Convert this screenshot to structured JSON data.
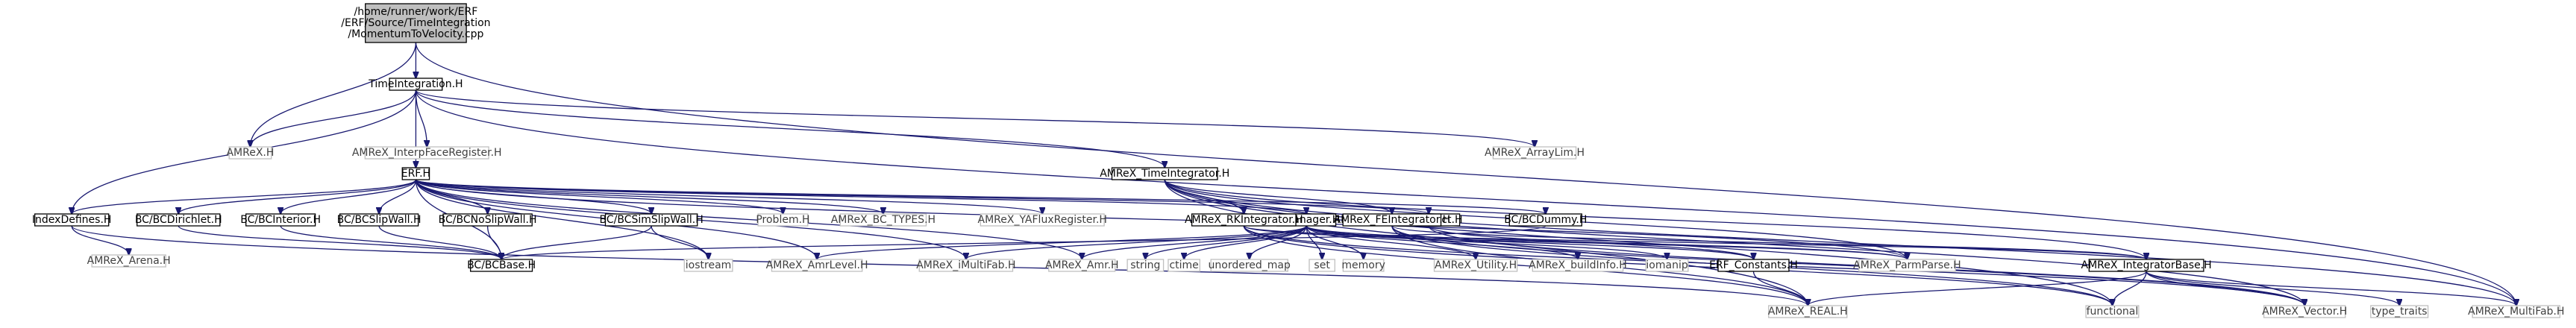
{
  "colors": {
    "edge": "#191970",
    "root_fill": "#bfbfbf",
    "documented_fill": "#ffffff",
    "documented_stroke": "#000000",
    "external_stroke": "#bfbfbf",
    "external_text": "#404040",
    "documented_text": "#000000"
  },
  "nodes": [
    {
      "id": "root",
      "lines": [
        "/home/runner/work/ERF",
        "/ERF/Source/TimeIntegration",
        "/MomentumToVelocity.cpp"
      ],
      "kind": "root"
    },
    {
      "id": "timeintegration",
      "lines": [
        "TimeIntegration.H"
      ],
      "kind": "doc"
    },
    {
      "id": "amrex",
      "lines": [
        "AMReX.H"
      ],
      "kind": "ext"
    },
    {
      "id": "interpface",
      "lines": [
        "AMReX_InterpFaceRegister.H"
      ],
      "kind": "ext"
    },
    {
      "id": "erf",
      "lines": [
        "ERF.H"
      ],
      "kind": "doc"
    },
    {
      "id": "timeintegrator",
      "lines": [
        "AMReX_TimeIntegrator.H"
      ],
      "kind": "doc"
    },
    {
      "id": "arraylim",
      "lines": [
        "AMReX_ArrayLim.H"
      ],
      "kind": "ext"
    },
    {
      "id": "indexdefines",
      "lines": [
        "IndexDefines.H"
      ],
      "kind": "doc"
    },
    {
      "id": "bcdirichlet",
      "lines": [
        "BC/BCDirichlet.H"
      ],
      "kind": "doc"
    },
    {
      "id": "bcinterior",
      "lines": [
        "BC/BCInterior.H"
      ],
      "kind": "doc"
    },
    {
      "id": "bcslipwall",
      "lines": [
        "BC/BCSlipWall.H"
      ],
      "kind": "doc"
    },
    {
      "id": "bcnoslipwall",
      "lines": [
        "BC/BCNoSlipWall.H"
      ],
      "kind": "doc"
    },
    {
      "id": "bcsimslipwall",
      "lines": [
        "BC/BCSimSlipWall.H"
      ],
      "kind": "doc"
    },
    {
      "id": "problem",
      "lines": [
        "Problem.H"
      ],
      "kind": "ext"
    },
    {
      "id": "bctypes",
      "lines": [
        "AMReX_BC_TYPES.H"
      ],
      "kind": "ext"
    },
    {
      "id": "yaflux",
      "lines": [
        "AMReX_YAFluxRegister.H"
      ],
      "kind": "ext"
    },
    {
      "id": "iomanager",
      "lines": [
        "IOManager.H"
      ],
      "kind": "doc"
    },
    {
      "id": "datastruct",
      "lines": [
        "DataStruct.H"
      ],
      "kind": "doc"
    },
    {
      "id": "bcdummy",
      "lines": [
        "BC/BCDummy.H"
      ],
      "kind": "doc"
    },
    {
      "id": "rkintegrator",
      "lines": [
        "AMReX_RKIntegrator.H"
      ],
      "kind": "doc"
    },
    {
      "id": "feintegrator",
      "lines": [
        "AMReX_FEIntegrator.H"
      ],
      "kind": "doc"
    },
    {
      "id": "arena",
      "lines": [
        "AMReX_Arena.H"
      ],
      "kind": "ext"
    },
    {
      "id": "bcbase",
      "lines": [
        "BC/BCBase.H"
      ],
      "kind": "doc"
    },
    {
      "id": "iostream",
      "lines": [
        "iostream"
      ],
      "kind": "ext"
    },
    {
      "id": "amrlevel",
      "lines": [
        "AMReX_AmrLevel.H"
      ],
      "kind": "ext"
    },
    {
      "id": "imultifab",
      "lines": [
        "AMReX_iMultiFab.H"
      ],
      "kind": "ext"
    },
    {
      "id": "amr",
      "lines": [
        "AMReX_Amr.H"
      ],
      "kind": "ext"
    },
    {
      "id": "string",
      "lines": [
        "string"
      ],
      "kind": "ext"
    },
    {
      "id": "ctime",
      "lines": [
        "ctime"
      ],
      "kind": "ext"
    },
    {
      "id": "unordered_map",
      "lines": [
        "unordered_map"
      ],
      "kind": "ext"
    },
    {
      "id": "set",
      "lines": [
        "set"
      ],
      "kind": "ext"
    },
    {
      "id": "memory",
      "lines": [
        "memory"
      ],
      "kind": "ext"
    },
    {
      "id": "utility",
      "lines": [
        "AMReX_Utility.H"
      ],
      "kind": "ext"
    },
    {
      "id": "buildinfo",
      "lines": [
        "AMReX_buildInfo.H"
      ],
      "kind": "ext"
    },
    {
      "id": "iomanip",
      "lines": [
        "iomanip"
      ],
      "kind": "ext"
    },
    {
      "id": "erfconstants",
      "lines": [
        "ERF_Constants.H"
      ],
      "kind": "doc"
    },
    {
      "id": "parmparse",
      "lines": [
        "AMReX_ParmParse.H"
      ],
      "kind": "ext"
    },
    {
      "id": "integratorbase",
      "lines": [
        "AMReX_IntegratorBase.H"
      ],
      "kind": "doc"
    },
    {
      "id": "real",
      "lines": [
        "AMReX_REAL.H"
      ],
      "kind": "ext"
    },
    {
      "id": "functional",
      "lines": [
        "functional"
      ],
      "kind": "ext"
    },
    {
      "id": "vector",
      "lines": [
        "AMReX_Vector.H"
      ],
      "kind": "ext"
    },
    {
      "id": "type_traits",
      "lines": [
        "type_traits"
      ],
      "kind": "ext"
    },
    {
      "id": "multifab",
      "lines": [
        "AMReX_MultiFab.H"
      ],
      "kind": "ext"
    }
  ],
  "edges": [
    [
      "root",
      "timeintegration"
    ],
    [
      "root",
      "amrex"
    ],
    [
      "root",
      "multifab"
    ],
    [
      "timeintegration",
      "amrex"
    ],
    [
      "timeintegration",
      "interpface"
    ],
    [
      "timeintegration",
      "erf"
    ],
    [
      "timeintegration",
      "timeintegrator"
    ],
    [
      "timeintegration",
      "arraylim"
    ],
    [
      "timeintegration",
      "indexdefines"
    ],
    [
      "timeintegration",
      "multifab"
    ],
    [
      "erf",
      "indexdefines"
    ],
    [
      "erf",
      "bcdirichlet"
    ],
    [
      "erf",
      "bcinterior"
    ],
    [
      "erf",
      "bcslipwall"
    ],
    [
      "erf",
      "bcnoslipwall"
    ],
    [
      "erf",
      "bcsimslipwall"
    ],
    [
      "erf",
      "problem"
    ],
    [
      "erf",
      "bctypes"
    ],
    [
      "erf",
      "yaflux"
    ],
    [
      "erf",
      "iomanager"
    ],
    [
      "erf",
      "datastruct"
    ],
    [
      "erf",
      "bcdummy"
    ],
    [
      "erf",
      "bcbase"
    ],
    [
      "erf",
      "iostream"
    ],
    [
      "erf",
      "amrlevel"
    ],
    [
      "erf",
      "imultifab"
    ],
    [
      "erf",
      "amr"
    ],
    [
      "erf",
      "parmparse"
    ],
    [
      "indexdefines",
      "arena"
    ],
    [
      "indexdefines",
      "real"
    ],
    [
      "bcdirichlet",
      "bcbase"
    ],
    [
      "bcinterior",
      "bcbase"
    ],
    [
      "bcslipwall",
      "bcbase"
    ],
    [
      "bcnoslipwall",
      "bcbase"
    ],
    [
      "bcsimslipwall",
      "bcbase"
    ],
    [
      "bcsimslipwall",
      "iostream"
    ],
    [
      "bcdummy",
      "bcbase"
    ],
    [
      "datastruct",
      "erfconstants"
    ],
    [
      "datastruct",
      "vector"
    ],
    [
      "iomanager",
      "amrlevel"
    ],
    [
      "iomanager",
      "imultifab"
    ],
    [
      "iomanager",
      "amr"
    ],
    [
      "iomanager",
      "string"
    ],
    [
      "iomanager",
      "ctime"
    ],
    [
      "iomanager",
      "unordered_map"
    ],
    [
      "iomanager",
      "set"
    ],
    [
      "iomanager",
      "memory"
    ],
    [
      "iomanager",
      "utility"
    ],
    [
      "iomanager",
      "buildinfo"
    ],
    [
      "iomanager",
      "iomanip"
    ],
    [
      "iomanager",
      "erfconstants"
    ],
    [
      "iomanager",
      "parmparse"
    ],
    [
      "erfconstants",
      "real"
    ],
    [
      "timeintegrator",
      "rkintegrator"
    ],
    [
      "timeintegrator",
      "feintegrator"
    ],
    [
      "timeintegrator",
      "integratorbase"
    ],
    [
      "timeintegrator",
      "parmparse"
    ],
    [
      "timeintegrator",
      "real"
    ],
    [
      "timeintegrator",
      "functional"
    ],
    [
      "timeintegrator",
      "vector"
    ],
    [
      "timeintegrator",
      "multifab"
    ],
    [
      "rkintegrator",
      "integratorbase"
    ],
    [
      "rkintegrator",
      "parmparse"
    ],
    [
      "rkintegrator",
      "real"
    ],
    [
      "rkintegrator",
      "functional"
    ],
    [
      "rkintegrator",
      "vector"
    ],
    [
      "feintegrator",
      "integratorbase"
    ],
    [
      "feintegrator",
      "real"
    ],
    [
      "feintegrator",
      "functional"
    ],
    [
      "feintegrator",
      "vector"
    ],
    [
      "integratorbase",
      "real"
    ],
    [
      "integratorbase",
      "functional"
    ],
    [
      "integratorbase",
      "vector"
    ],
    [
      "integratorbase",
      "type_traits"
    ],
    [
      "integratorbase",
      "multifab"
    ]
  ]
}
